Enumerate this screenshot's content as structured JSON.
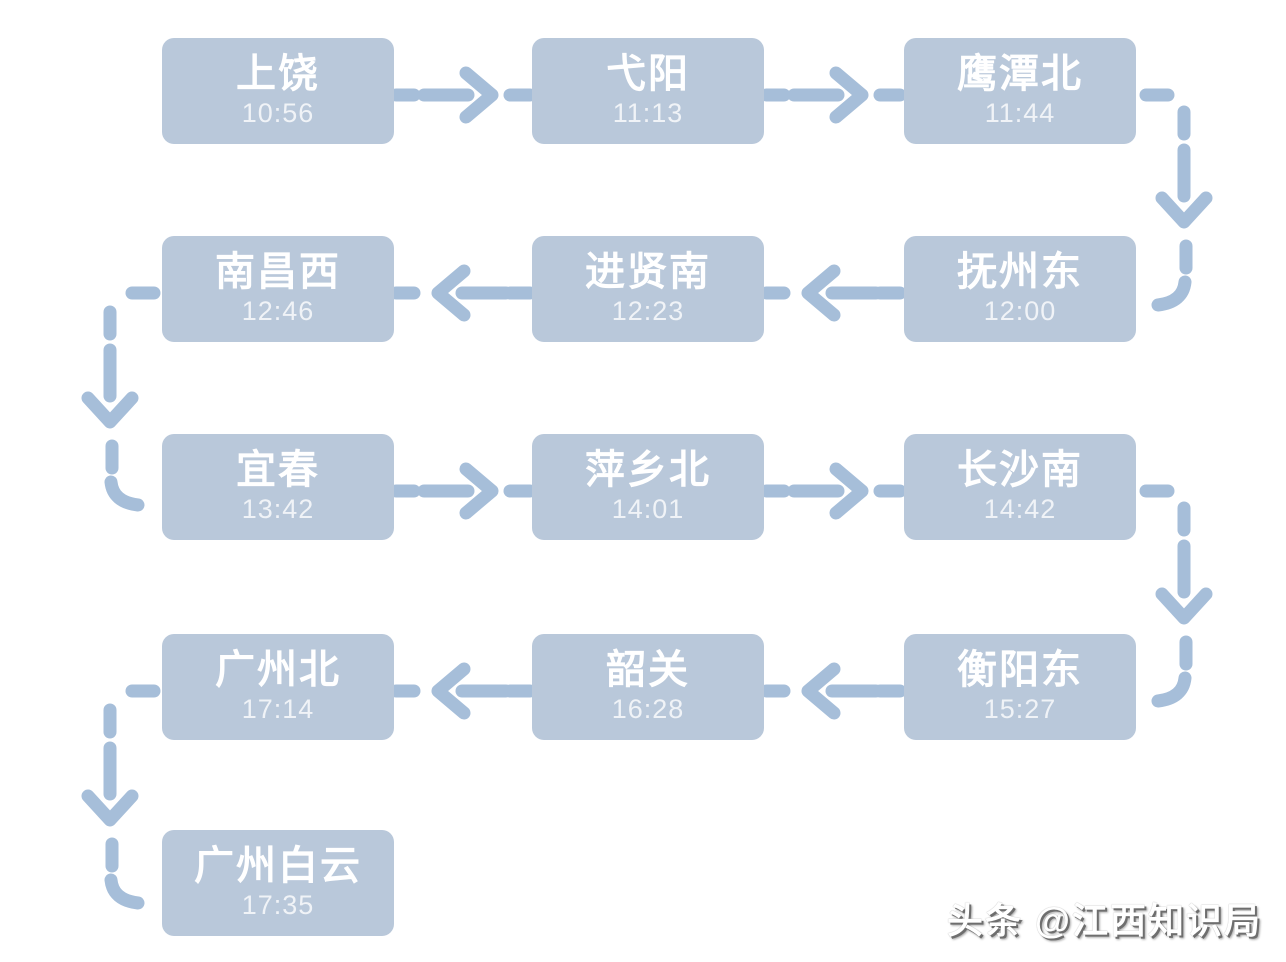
{
  "diagram": {
    "type": "train-route-flowchart",
    "stations": [
      {
        "name": "上饶",
        "time": "10:56"
      },
      {
        "name": "弋阳",
        "time": "11:13"
      },
      {
        "name": "鹰潭北",
        "time": "11:44"
      },
      {
        "name": "抚州东",
        "time": "12:00"
      },
      {
        "name": "进贤南",
        "time": "12:23"
      },
      {
        "name": "南昌西",
        "time": "12:46"
      },
      {
        "name": "宜春",
        "time": "13:42"
      },
      {
        "name": "萍乡北",
        "time": "14:01"
      },
      {
        "name": "长沙南",
        "time": "14:42"
      },
      {
        "name": "衡阳东",
        "time": "15:27"
      },
      {
        "name": "韶关",
        "time": "16:28"
      },
      {
        "name": "广州北",
        "time": "17:14"
      },
      {
        "name": "广州白云",
        "time": "17:35"
      }
    ],
    "watermark": "头条 @江西知识局",
    "colors": {
      "background": "#ffffff",
      "station_box": "#b9c8da",
      "connector": "#a6bed9",
      "station_name_text": "#ffffff",
      "station_time_text": "rgba(255,255,255,0.78)",
      "watermark_text": "#ffffff",
      "watermark_shadow": "#6e6e6e"
    }
  }
}
